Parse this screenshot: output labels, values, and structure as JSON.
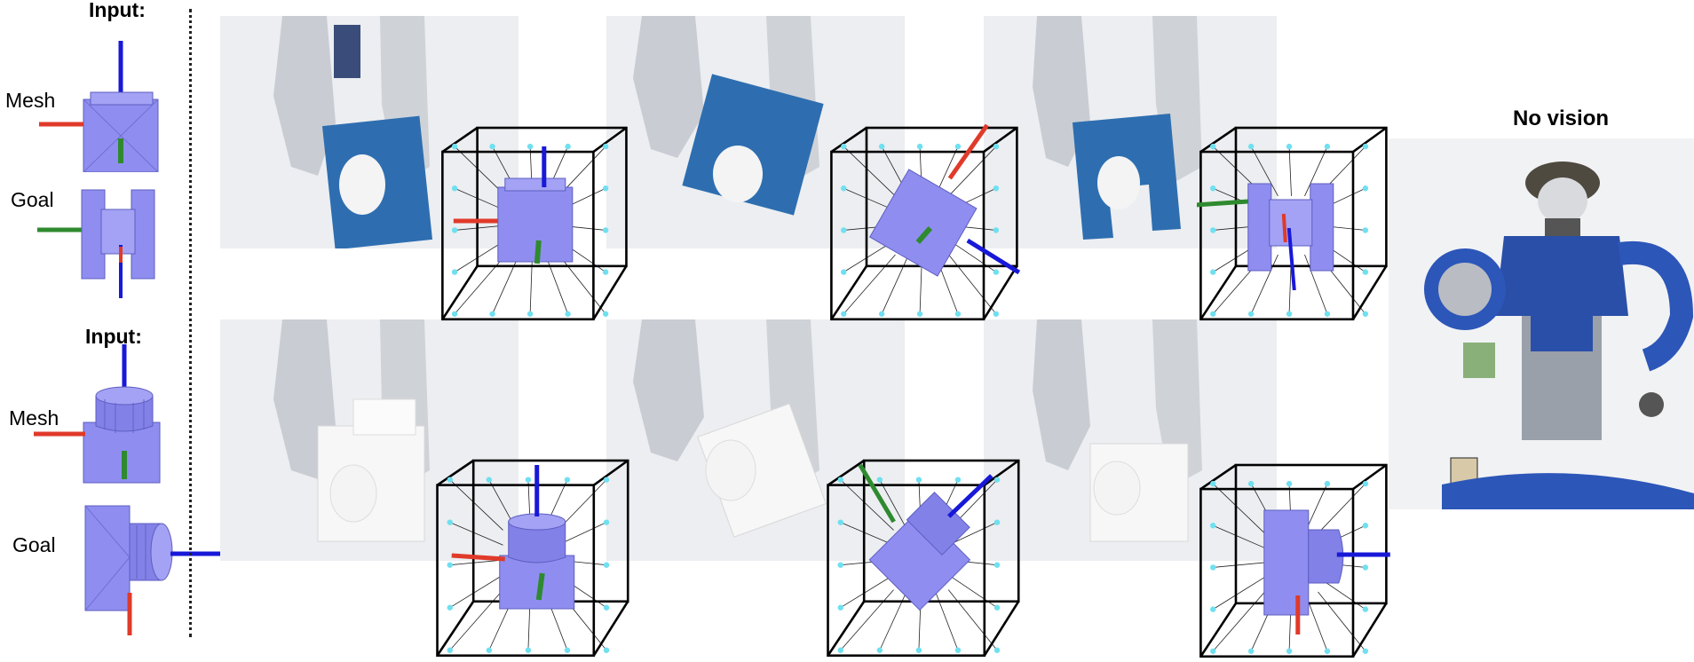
{
  "labels": {
    "input_top": "Input:",
    "mesh_top": "Mesh",
    "goal_top": "Goal",
    "input_bottom": "Input:",
    "mesh_bottom": "Mesh",
    "goal_bottom": "Goal",
    "no_vision": "No vision"
  },
  "colors": {
    "mesh_fill": "#8f8ef0",
    "axis_x": "#e03a2a",
    "axis_y": "#2f8a2f",
    "axis_z": "#1818d8",
    "keypoint": "#6fe0f0",
    "robot_blue": "#2a4fa8",
    "block_blue": "#2e6eb0",
    "block_white": "#f2f2f2"
  },
  "icons": {
    "divider": "dotted-vertical-line",
    "box_frame": "wireframe-cube",
    "robot": "humanoid-robot-photo"
  }
}
